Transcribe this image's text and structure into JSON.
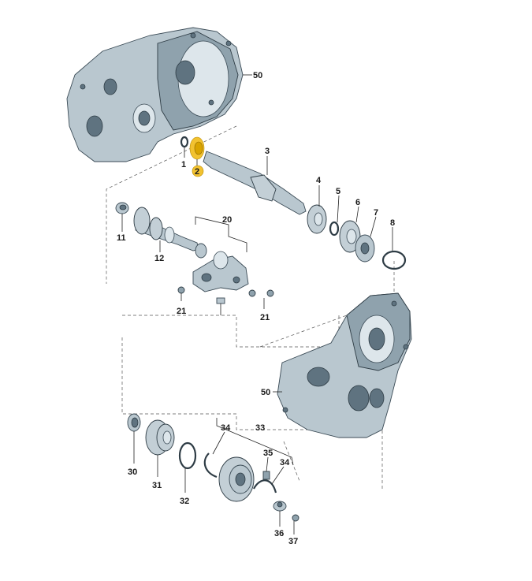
{
  "diagram": {
    "labels": {
      "p1": "1",
      "p2": "2",
      "p3": "3",
      "p4": "4",
      "p5": "5",
      "p6": "6",
      "p7": "7",
      "p8": "8",
      "p11": "11",
      "p12": "12",
      "p20": "20",
      "p21a": "21",
      "p21b": "21",
      "p30": "30",
      "p31": "31",
      "p32": "32",
      "p33": "33",
      "p34a": "34",
      "p34b": "34",
      "p35": "35",
      "p36": "36",
      "p37": "37",
      "p50a": "50",
      "p50b": "50"
    },
    "highlighted_part": "2",
    "colors": {
      "highlight": "#f2c230",
      "metal": "#b9c7cf",
      "line": "#2e3c45"
    }
  }
}
